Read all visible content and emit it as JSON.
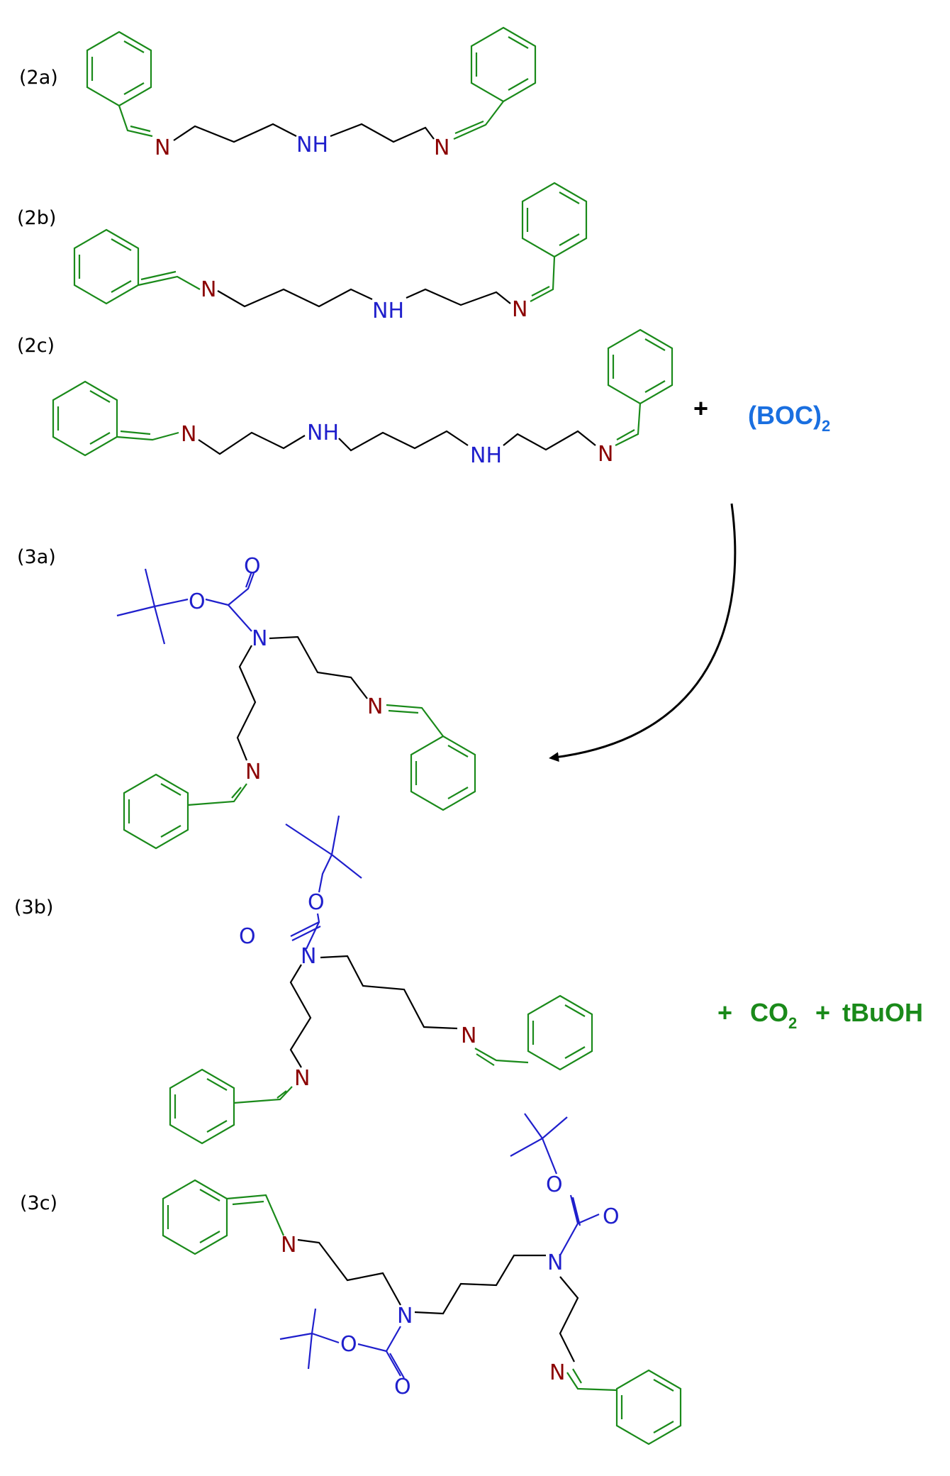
{
  "colors": {
    "phenyl_imine": "#1a8a1a",
    "imine_n": "#8b0000",
    "amine_boc": "#1f1fcc",
    "chain": "#000000",
    "boc_reagent": "#1a6fe0",
    "byproducts": "#1a8a1a"
  },
  "labels": {
    "l2a": "(2a)",
    "l2b": "(2b)",
    "l2c": "(2c)",
    "l3a": "(3a)",
    "l3b": "(3b)",
    "l3c": "(3c)"
  },
  "atoms": {
    "n": "N",
    "nh": "NH",
    "o": "O"
  },
  "reagent": {
    "plus": "+",
    "boc": "(BOC)",
    "boc_sub": "2"
  },
  "byproducts": {
    "plus1": "+",
    "co": "CO",
    "co_sub": "2",
    "plus2": "+",
    "tbuoh": "tBuOH"
  }
}
